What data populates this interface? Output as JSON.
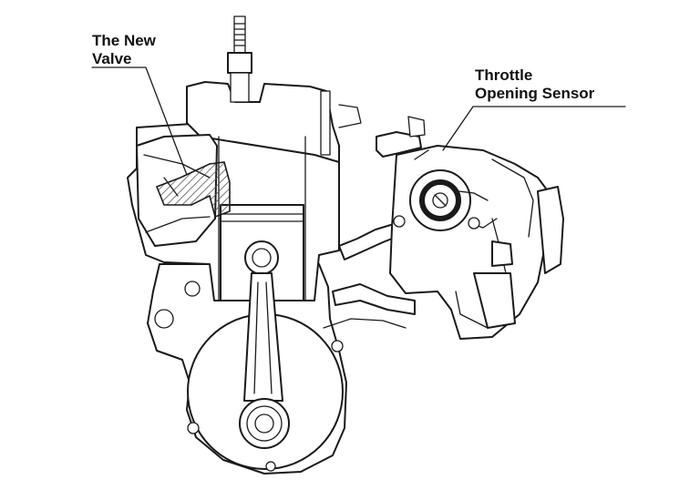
{
  "labels": {
    "valve_line1": "The New",
    "valve_line2": "Valve",
    "sensor_line1": "Throttle",
    "sensor_line2": "Opening Sensor"
  },
  "colors": {
    "ink": "#1a1a1a",
    "background": "#ffffff",
    "valve_hatch": "#555555"
  }
}
